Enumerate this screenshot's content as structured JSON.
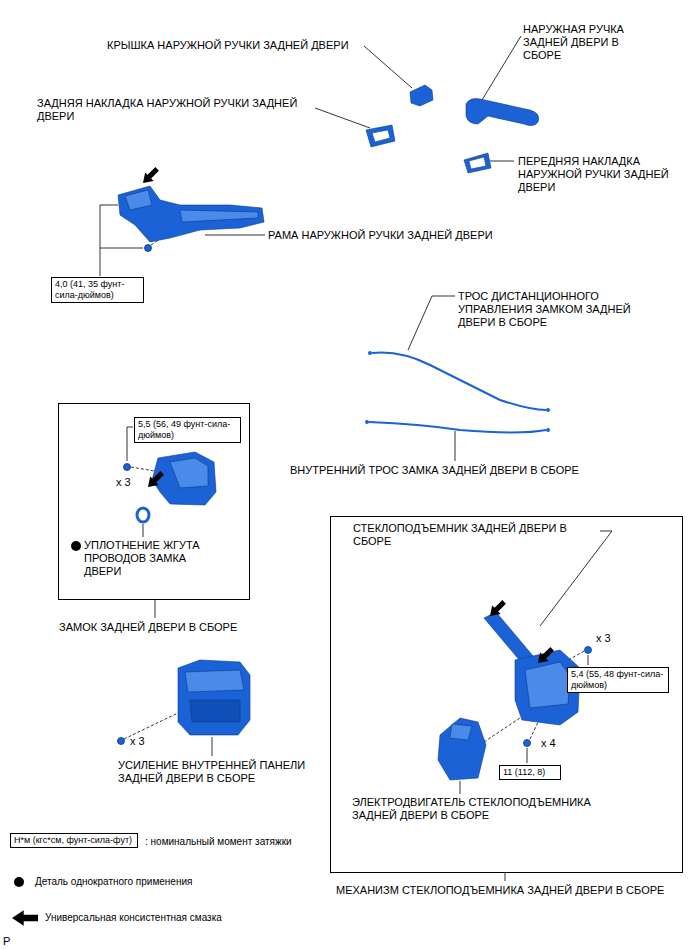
{
  "diagram": {
    "nodes": [
      {
        "text": [
          "4,0 (41, 35 фунт-сила-дюймов)"
        ]
      },
      {
        "text": [
          "ЗАМОК ЗАДНЕЙ ДВЕРИ В СБОРЕ"
        ]
      },
      {
        "text": [
          "5,5 (56, 49 фунт-сила-дюймов)"
        ],
        "in": 1
      },
      {
        "text": [
          "МЕХАНИЗМ СТЕКЛОПОДЪЕМНИКА ЗАДНЕЙ ДВЕРИ В СБОРЕ"
        ]
      },
      {
        "text": [
          "5,4 (55, 48 фунт-сила-дюймов)"
        ],
        "in": 3
      },
      {
        "text": [
          "11 (112, 8)"
        ],
        "in": 3
      },
      {
        "text": [
          "Н*м (кгс*см, фунт-сила-фут)"
        ]
      }
    ],
    "labels": [
      "НАРУЖНАЯ РУЧКА ЗАДНЕЙ ДВЕРИ В СБОРЕ",
      "КРЫШКА НАРУЖНОЙ РУЧКИ ЗАДНЕЙ ДВЕРИ",
      "ЗАДНЯЯ НАКЛАДКА НАРУЖНОЙ РУЧКИ ЗАДНЕЙ ДВЕРИ",
      "ПЕРЕДНЯЯ НАКЛАДКА НАРУЖНОЙ РУЧКИ ЗАДНЕЙ ДВЕРИ",
      "РАМА НАРУЖНОЙ РУЧКИ ЗАДНЕЙ ДВЕРИ",
      "ТРОС ДИСТАНЦИОННОГО УПРАВЛЕНИЯ ЗАМКОМ ЗАДНЕЙ ДВЕРИ В СБОРЕ",
      "ВНУТРЕННИЙ ТРОС ЗАМКА ЗАДНЕЙ ДВЕРИ В СБОРЕ",
      "x 3",
      "УПЛОТНЕНИЕ ЖГУТА ПРОВОДОВ ЗАМКА ДВЕРИ",
      "СТЕКЛОПОДЪЕМНИК ЗАДНЕЙ ДВЕРИ В СБОРЕ",
      "x 3",
      "x 4",
      "ЭЛЕКТРОДВИГАТЕЛЬ СТЕКЛОПОДЪЕМНИКА ЗАДНЕЙ ДВЕРИ В СБОРЕ",
      "x 3",
      "УСИЛЕНИЕ ВНУТРЕННЕЙ ПАНЕЛИ ЗАДНЕЙ ДВЕРИ В СБОРЕ",
      "P"
    ],
    "legend": [
      {
        "text": ": номинальный момент затяжки"
      },
      {
        "text": "Деталь однократного применения"
      },
      {
        "text": "Универсальная консистентная смазка"
      }
    ]
  }
}
